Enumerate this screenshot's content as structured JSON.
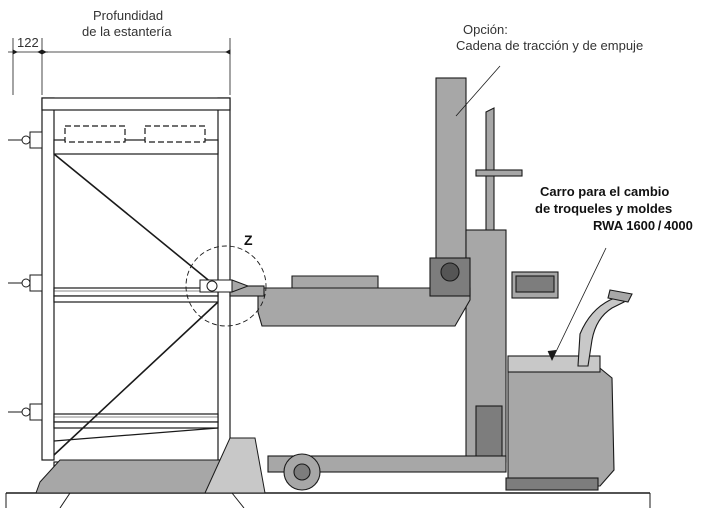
{
  "labels": {
    "depth_line1": "Profundidad",
    "depth_line2": "de la estantería",
    "dimension_122": "122",
    "option_line1": "Opción:",
    "option_line2": "Cadena de tracción y de empuje",
    "detail_z": "Z",
    "carriage_line1": "Carro para el cambio",
    "carriage_line2": "de troqueles y moldes",
    "carriage_line3": "RWA 1600 / 4000"
  },
  "colors": {
    "line": "#1a1a1a",
    "machine_fill": "#a7a7a7",
    "machine_dark": "#7d7d7d",
    "rack_fill": "#ffffff",
    "floor": "#222222"
  }
}
